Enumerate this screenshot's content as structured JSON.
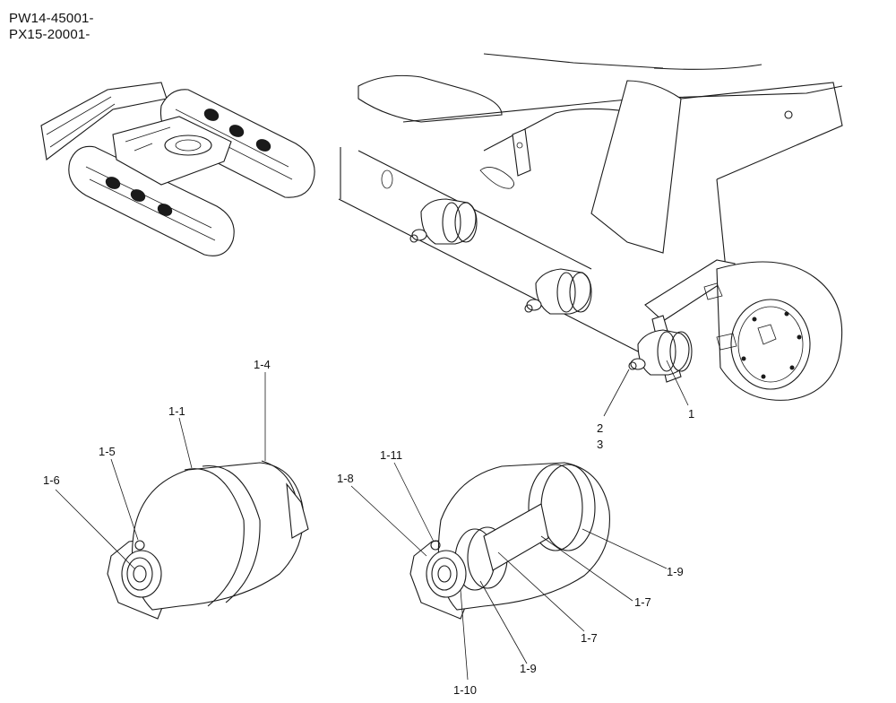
{
  "header": {
    "serial_1": "PW14-45001-",
    "serial_2": "PX15-20001-"
  },
  "callouts": {
    "c1": "1",
    "c2": "2",
    "c3": "3",
    "c1_1": "1-1",
    "c1_4": "1-4",
    "c1_5": "1-5",
    "c1_6": "1-6",
    "c1_7a": "1-7",
    "c1_7b": "1-7",
    "c1_8": "1-8",
    "c1_9a": "1-9",
    "c1_9b": "1-9",
    "c1_10": "1-10",
    "c1_11": "1-11"
  }
}
